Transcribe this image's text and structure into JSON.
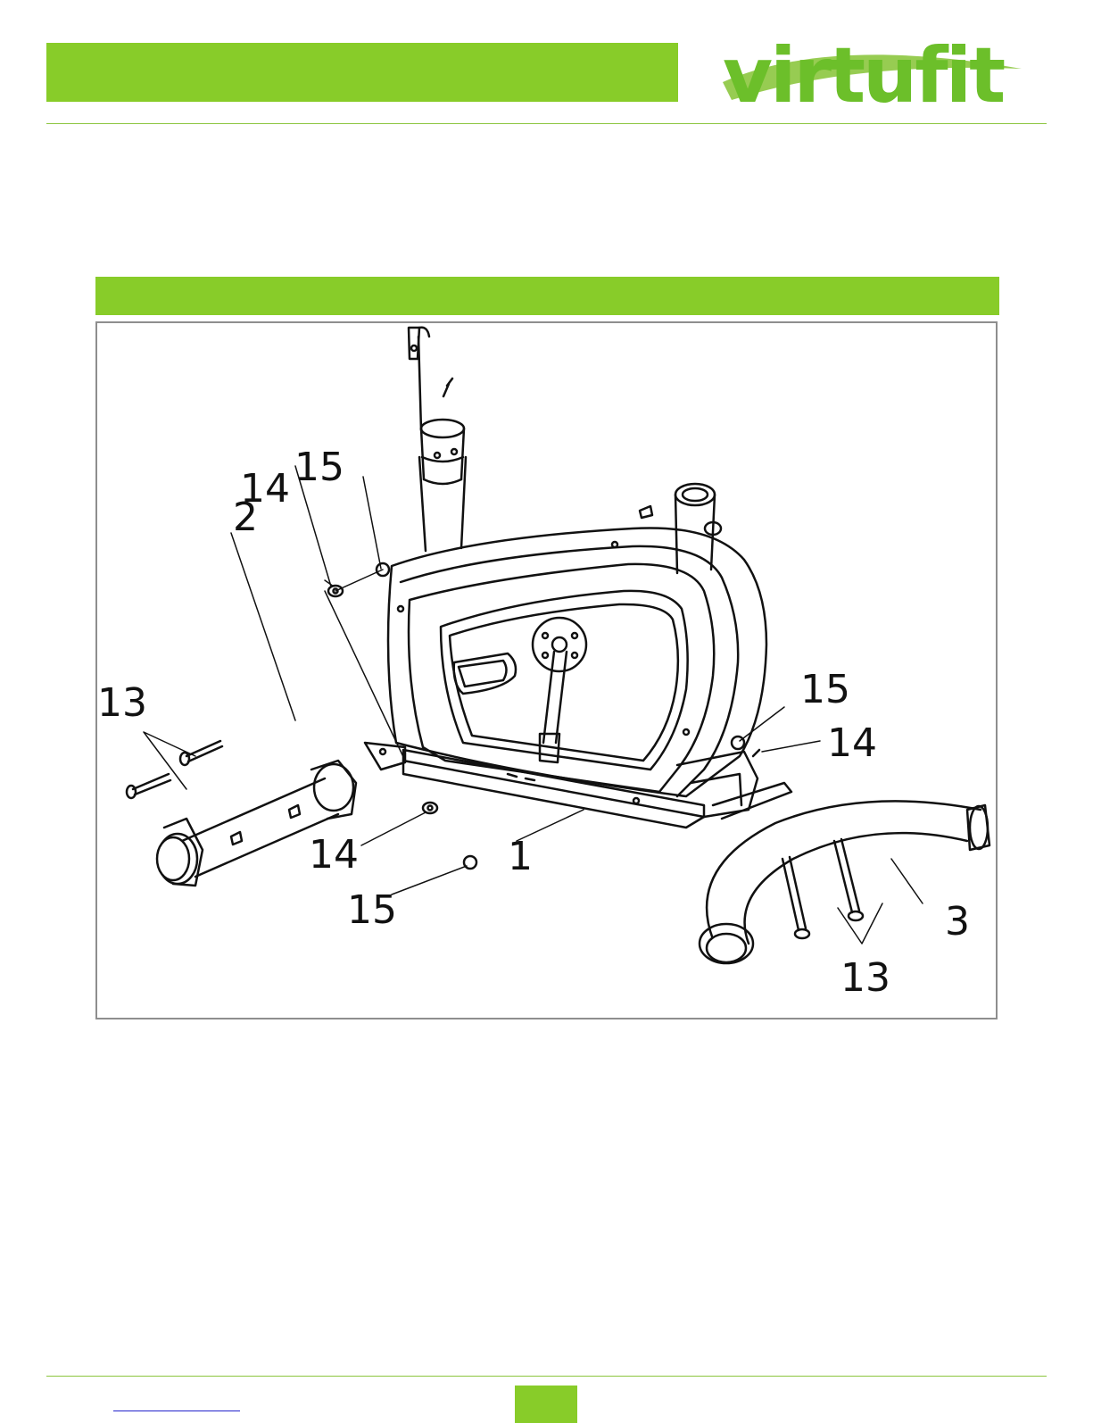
{
  "header": {
    "logo_text": "virtufit",
    "colors": {
      "brand_green": "#88cc29",
      "rule_green": "#8cc63f",
      "logo_green": "#6cbf2a"
    }
  },
  "figure": {
    "callouts": {
      "part_1": "1",
      "part_2": "2",
      "part_3": "3",
      "bolt_13_left": "13",
      "bolt_13_right": "13",
      "washer_14_top": "14",
      "washer_14_bottom": "14",
      "washer_14_right": "14",
      "nut_15_top": "15",
      "nut_15_bottom": "15",
      "nut_15_right": "15"
    }
  }
}
